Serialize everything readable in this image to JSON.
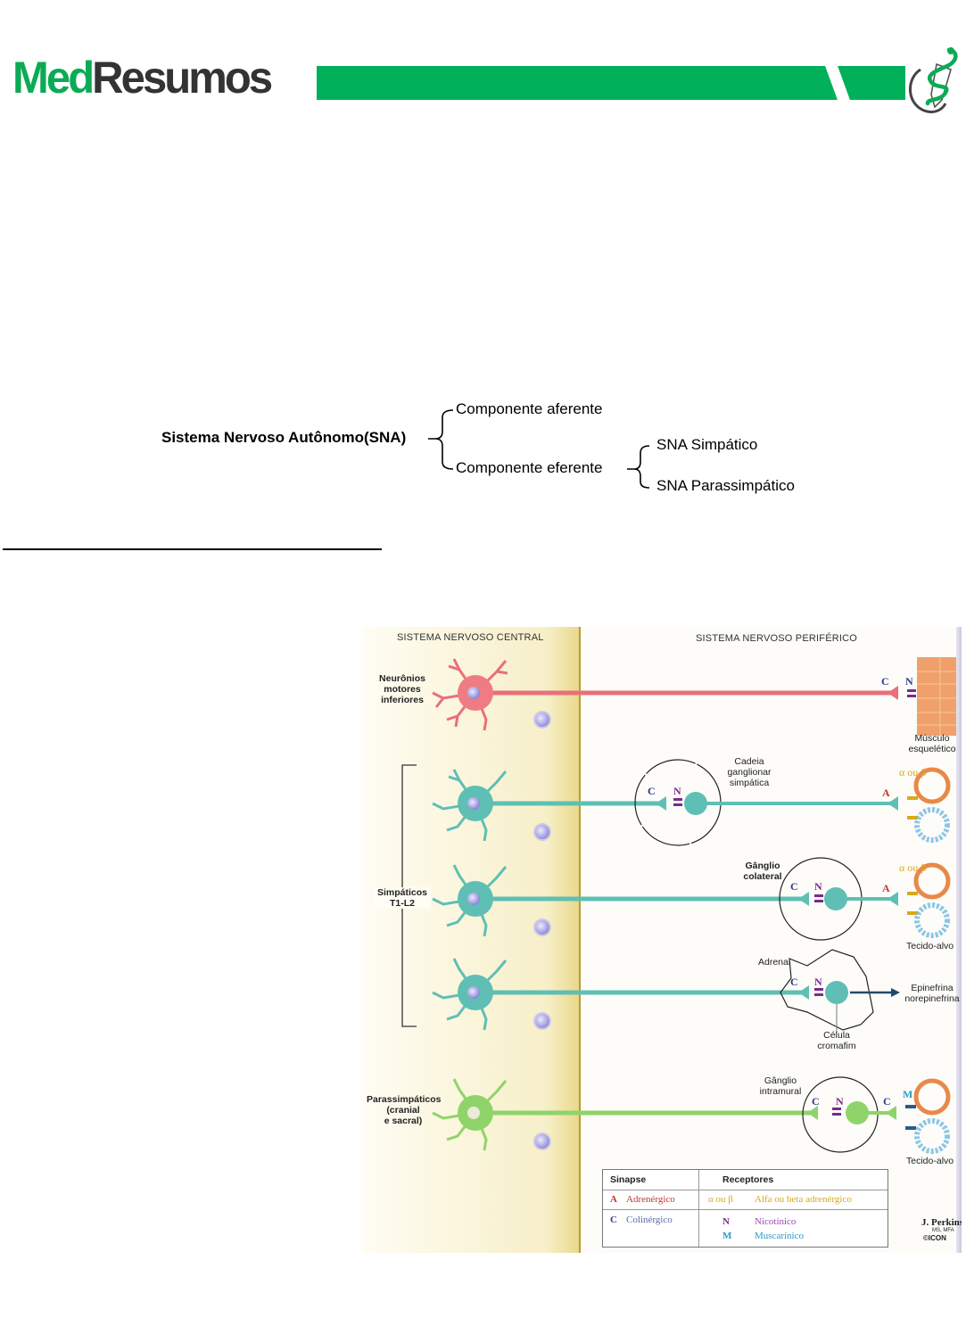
{
  "header": {
    "logo_part1": "Med",
    "logo_part2": "Resumos",
    "brand_color": "#00b05a",
    "emblem_icon": "caduceus-pen-icon"
  },
  "hierarchy": {
    "root": "Sistema Nervoso Autônomo(SNA)",
    "children": [
      {
        "label": "Componente aferente"
      },
      {
        "label": "Componente eferente",
        "children": [
          {
            "label": "SNA Simpático"
          },
          {
            "label": "SNA Parassimpático"
          }
        ]
      }
    ]
  },
  "figure": {
    "header_central": "SISTEMA NERVOSO CENTRAL",
    "header_peripheral": "SISTEMA NERVOSO PERIFÉRICO",
    "rows": {
      "motor": {
        "label_lines": [
          "Neurônios",
          "motores",
          "inferiores"
        ],
        "synapse": "C",
        "receptor": "N",
        "target_lines": [
          "Músculo",
          "esquelético"
        ]
      },
      "symp_chain": {
        "ganglion_lines": [
          "Cadeia",
          "ganglionar",
          "simpática"
        ],
        "pre_synapse": "C",
        "pre_receptor": "N",
        "post_synapse": "A",
        "post_receptor": "α ou β"
      },
      "symp_collateral": {
        "ganglion_lines": [
          "Gânglio",
          "colateral"
        ],
        "pre_synapse": "C",
        "pre_receptor": "N",
        "post_synapse": "A",
        "post_receptor": "α ou β",
        "target": "Tecido-alvo"
      },
      "symp_adrenal": {
        "organ": "Adrenal",
        "pre_synapse": "C",
        "pre_receptor": "N",
        "cell_lines": [
          "Célula",
          "cromafim"
        ],
        "output_lines": [
          "Epinefrina",
          "norepinefrina"
        ]
      },
      "parasymp": {
        "label_lines": [
          "Parassimpáticos",
          "(cranial",
          "e sacral)"
        ],
        "ganglion_lines": [
          "Gânglio",
          "intramural"
        ],
        "pre_synapse": "C",
        "pre_receptor": "N",
        "post_synapse": "C",
        "post_receptor": "M",
        "target": "Tecido-alvo"
      }
    },
    "sympathetic_group_lines": [
      "Simpáticos",
      "T1-L2"
    ],
    "legend": {
      "col_synapse": "Sinapse",
      "col_receptors": "Receptores",
      "rows": [
        {
          "code": "A",
          "name": "Adrenérgico",
          "receptors": [
            {
              "code": "α ou β",
              "name": "Alfa ou beta adrenérgico"
            }
          ]
        },
        {
          "code": "C",
          "name": "Colinérgico",
          "receptors": [
            {
              "code": "N",
              "name": "Nicotínico"
            },
            {
              "code": "M",
              "name": "Muscarínico"
            }
          ]
        }
      ]
    },
    "credit_name": "J. Perkins",
    "credit_degree": "MS, MFA",
    "credit_mark": "©ICON",
    "colors": {
      "motor": "#e8707a",
      "sympathetic": "#5fbfb4",
      "parasympathetic": "#8fd46a",
      "adrenergic": "#c0392b",
      "cholinergic": "#2b3a8c",
      "nicotinic": "#7a2a8c",
      "muscarinic": "#2a9ac8",
      "alpha_beta": "#d9a81c",
      "cns_border": "#e6d27a"
    }
  }
}
